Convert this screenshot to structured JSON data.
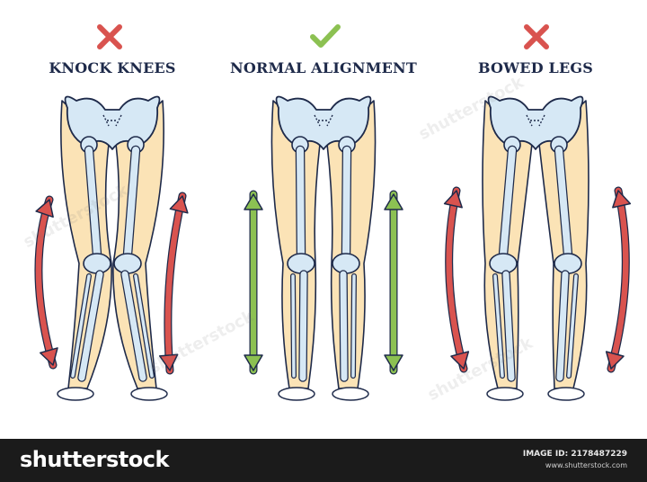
{
  "panels": [
    {
      "title": "KNOCK KNEES",
      "status": "incorrect",
      "status_icon": "cross-icon",
      "arrow_color": "#d9534f"
    },
    {
      "title": "NORMAL ALIGNMENT",
      "status": "correct",
      "status_icon": "check-icon",
      "arrow_color": "#8cc152"
    },
    {
      "title": "BOWED LEGS",
      "status": "incorrect",
      "status_icon": "cross-icon",
      "arrow_color": "#d9534f"
    }
  ],
  "colors": {
    "cross": "#d9534f",
    "check": "#8cc152",
    "skin": "#fbe3b6",
    "bone": "#d6e8f5",
    "outline": "#1e2a4a"
  },
  "footer": {
    "brand": "shutterstock",
    "image_id": "IMAGE ID: 2178487229",
    "site": "www.shutterstock.com"
  },
  "watermark": "shutterstock"
}
